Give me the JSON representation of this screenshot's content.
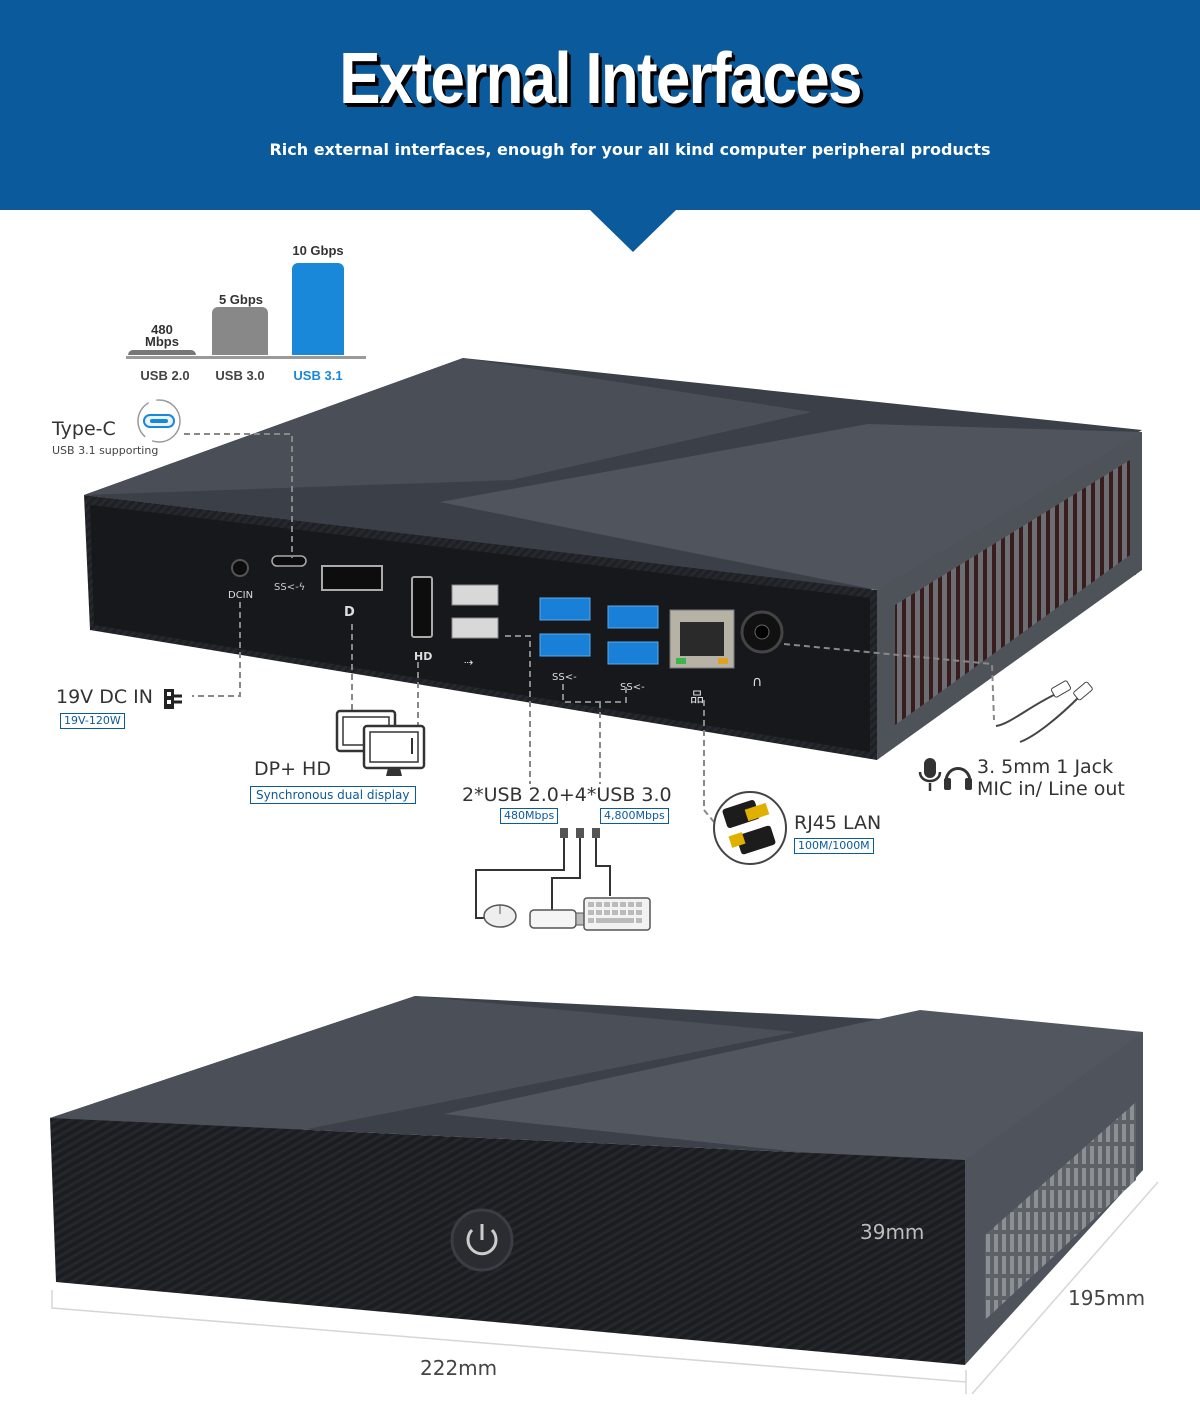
{
  "header": {
    "title": "External Interfaces",
    "subtitle": "Rich external interfaces, enough for your all kind computer peripheral products",
    "colors": {
      "banner": "#0b5a9b",
      "accent": "#1a88d8"
    }
  },
  "usb_speed": {
    "bars": [
      {
        "category": "USB 2.0",
        "value_label_line1": "480",
        "value_label_line2": "Mbps",
        "value_mbps": 480,
        "color": "#777777"
      },
      {
        "category": "USB 3.0",
        "value_label_line1": "5 Gbps",
        "value_label_line2": "",
        "value_mbps": 5000,
        "color": "#888888"
      },
      {
        "category": "USB 3.1",
        "value_label_line1": "10 Gbps",
        "value_label_line2": "",
        "value_mbps": 10000,
        "color": "#1a88d8"
      }
    ]
  },
  "ports": {
    "type_c": {
      "label": "Type-C",
      "note": "USB 3.1 supporting"
    },
    "dc_in": {
      "label": "19V DC IN",
      "spec": "19V-120W",
      "port_text": "DCIN"
    },
    "display": {
      "label": "DP+ HD",
      "spec": "Synchronous dual display",
      "hd_text": "HD"
    },
    "usb": {
      "label": "2*USB 2.0+4*USB 3.0",
      "spec_usb2": "480Mbps",
      "spec_usb3": "4,800Mbps"
    },
    "lan": {
      "label": "RJ45 LAN",
      "spec": "100M/1000M"
    },
    "audio": {
      "line1": "3. 5mm 1 Jack",
      "line2": "MIC in/ Line out"
    }
  },
  "dimensions": {
    "height": "39mm",
    "depth": "195mm",
    "width": "222mm"
  },
  "icons": [
    "type-c-icon",
    "power-plug-icon",
    "monitor-icon",
    "mouse-icon",
    "usb-stick-icon",
    "keyboard-icon",
    "rj45-icon",
    "headset-mic-icon",
    "power-button-icon"
  ]
}
